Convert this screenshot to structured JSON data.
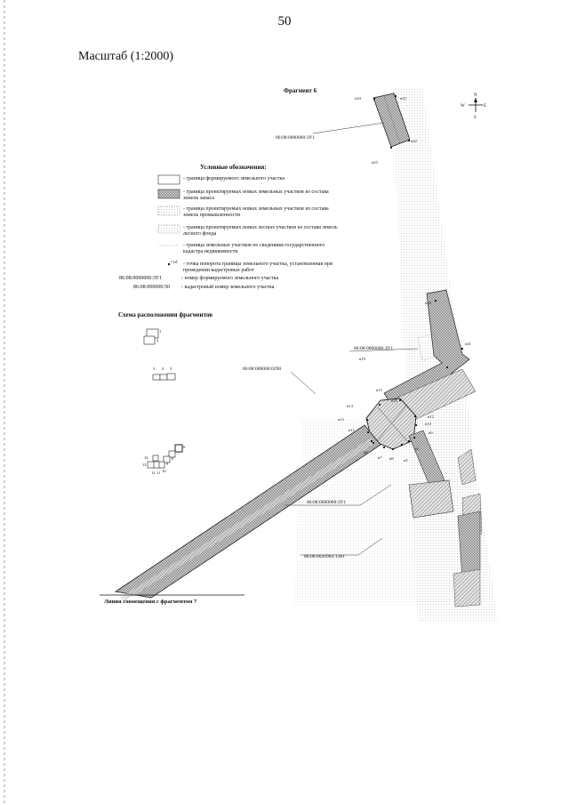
{
  "page_number": "50",
  "scale_label": "Масштаб (1:2000)",
  "fragment_title": "Фрагмент 6",
  "compass": {
    "n": "N",
    "s": "S",
    "e": "E",
    "w": "W"
  },
  "legend": {
    "title": "Условные обозначения:",
    "items": [
      {
        "text": "- граница формируемого земельного участка"
      },
      {
        "text": "- граница проектируемых новых земельных участков из состава земель запаса"
      },
      {
        "text": "- граница проектируемых новых земельных участков из состава земель промышленности"
      },
      {
        "text": "- граница проектируемых новых лесных участков из состава земель лесного фонда"
      },
      {
        "text": "- граница земельных участков по сведениям государственного кадастра недвижимости"
      },
      {
        "text": "- точка поворота границы земельного участка, установленная при проведении кадастровых работ"
      },
      {
        "code": "86:08:0000000:ЗУ1",
        "text": "- номер формируемого земельного участка"
      },
      {
        "code": "86:08:000000:50",
        "text": "- кадастровый номер земельного участка"
      }
    ],
    "point_symbol": "• н1"
  },
  "scheme": {
    "title": "Схема расположения фрагментов",
    "numbers": [
      "1",
      "2",
      "3",
      "4",
      "5",
      "6",
      "7",
      "8",
      "9",
      "10",
      "11",
      "12",
      "13",
      "14"
    ]
  },
  "match_line_label": "Линия совмещения с фрагментом 7",
  "cadastral_labels": [
    "86:08:0000000:ЗУ1",
    "86:08:0000000:ЗУ1",
    "86:08:000000:0290",
    "86:08:0000000:ЗУ1",
    "86:08:0020903:1381"
  ],
  "points": [
    "н24",
    "н25",
    "н22",
    "н23",
    "н20",
    "н21",
    "н19",
    "н15",
    "н16",
    "н14",
    "н12",
    "н13",
    "н11",
    "н10",
    "н9",
    "н8",
    "н7",
    "н6",
    "н5",
    "н4"
  ],
  "colors": {
    "hatch": "#8a8a8a",
    "dots": "#b5b5b5",
    "line": "#222222"
  }
}
